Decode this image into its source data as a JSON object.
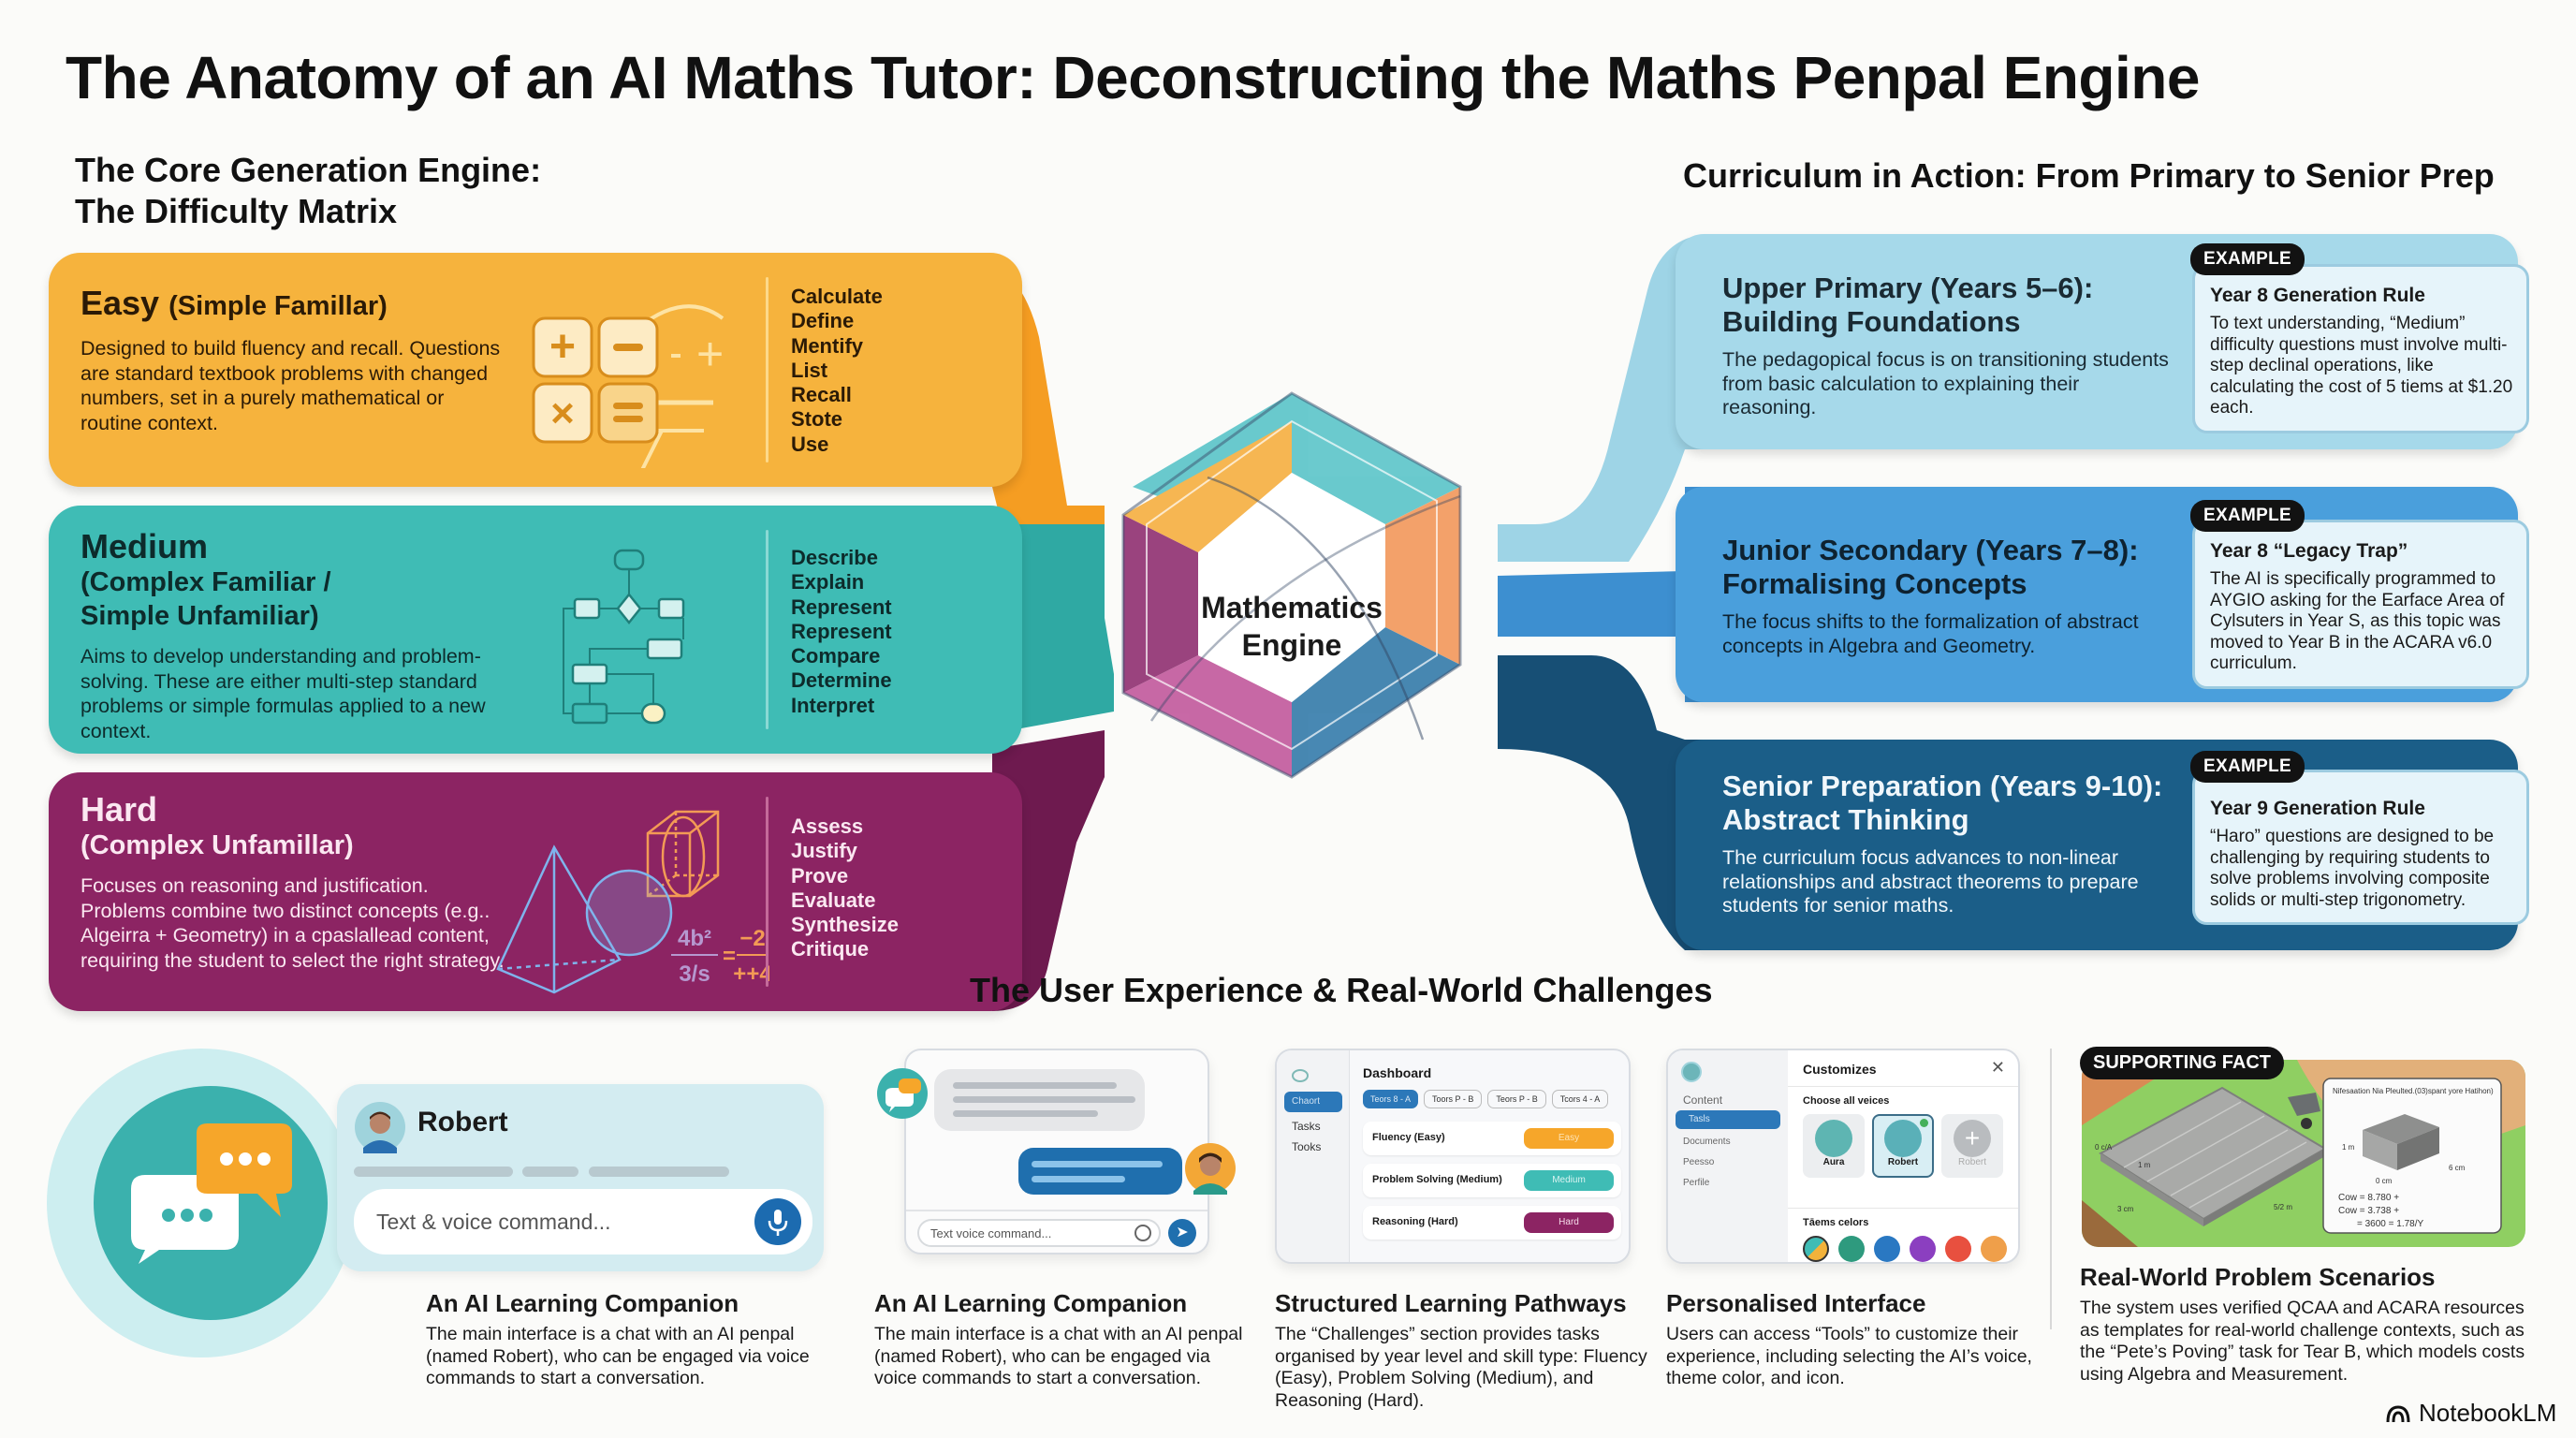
{
  "title": "The Anatomy of an AI Maths Tutor: Deconstructing the Maths Penpal Engine",
  "difficulty_section": {
    "title_line1": "The Core Generation Engine:",
    "title_line2": "The Difficulty Matrix",
    "levels": [
      {
        "name": "Easy",
        "subtitle": "(Simple Famillar)",
        "description": "Designed to build fluency and recall. Questions are standard textbook problems with changed numbers, set in a purely mathematical or routine context.",
        "verbs": [
          "Calculate",
          "Define",
          "Mentify",
          "List",
          "Recall",
          "Stote",
          "Use"
        ],
        "icon": "arithmetic-operators-icon",
        "color": "#f6b33d"
      },
      {
        "name": "Medium",
        "subtitle": "(Complex Familiar / Simple Unfamiliar)",
        "description": "Aims to develop understanding and problem-solving. These are either multi-step standard problems or simple formulas applied to a new context.",
        "verbs": [
          "Describe",
          "Explain",
          "Represent",
          "Represent",
          "Compare",
          "Determine",
          "Interpret"
        ],
        "icon": "flowchart-icon",
        "color": "#3fbcb5"
      },
      {
        "name": "Hard",
        "subtitle": "(Complex Unfamillar)",
        "description": "Focuses on reasoning and justification. Problems combine two distinct concepts (e.g.. Algeirra + Geometry) in a cpaslallead content, requiring the student to select the right strategy.",
        "verbs": [
          "Assess",
          "Justify",
          "Prove",
          "Evaluate",
          "Synthesize",
          "Critique"
        ],
        "icon": "geometry-solids-icon",
        "formula": {
          "num_left": "4b²",
          "den_left": "3/s",
          "num_right": "−2",
          "den_right": "++4"
        },
        "color": "#8c2463"
      }
    ]
  },
  "engine": {
    "label_line1": "Mathematics",
    "label_line2": "Engine"
  },
  "curriculum_section": {
    "title": "Curriculum in Action: From Primary to Senior Prep",
    "stages": [
      {
        "title_line1": "Upper Primary (Years 5–6):",
        "title_line2": "Building Foundations",
        "description": "The pedagopical focus is on transitioning students from basic calculation to explaining their reasoning.",
        "example_badge": "EXAMPLE",
        "example_title": "Year 8 Generation Rule",
        "example_text": "To text understanding, “Medium” difficulty questions must involve multi-step declinal operations, like calculating the cost of 5 tiems at $1.20 each.",
        "color": "#a6d9ea"
      },
      {
        "title_line1": "Junior Secondary (Years 7–8):",
        "title_line2": "Formalising Concepts",
        "description": "The focus shifts to the formalization of abstract concepts in Algebra and Geometry.",
        "example_badge": "EXAMPLE",
        "example_title": "Year 8 “Legacy Trap”",
        "example_text": "The AI is specifically programmed to AYGIO asking for the Earface Area of Cylsuters in Year S, as this topic was moved to Year B in the ACARA v6.0 curriculum.",
        "color": "#4a9fdc"
      },
      {
        "title_line1": "Senior Preparation (Years 9-10):",
        "title_line2": "Abstract Thinking",
        "description": "The curriculum focus advances to non-linear relationships and abstract theorems to prepare students for senior maths.",
        "example_badge": "EXAMPLE",
        "example_title": "Year 9 Generation Rule",
        "example_text": "“Haro” questions are designed to be challenging by requiring students to solve problems involving composite solids or multi-step trigonometry.",
        "color": "#1b5e88"
      }
    ]
  },
  "ux_section": {
    "title": "The User Experience & Real-World Challenges",
    "panels": [
      {
        "heading": "An AI Learning Companion",
        "text": "The main interface is a chat with an AI penpal (named Robert), who can be engaged via voice commands to start a conversation.",
        "mock": {
          "name": "Robert",
          "input_placeholder": "Text & voice command..."
        }
      },
      {
        "heading": "An AI Learning Companion",
        "text": "The main interface is a chat with an AI penpal (named Robert), who can be engaged via voice commands to start a conversation.",
        "mock": {
          "input_placeholder": "Text voice command..."
        }
      },
      {
        "heading": "Structured Learning Pathways",
        "text": "The “Challenges” section provides tasks organised by year level and skill type: Fluency (Easy), Problem Solving (Medium), and Reasoning (Hard).",
        "mock": {
          "title": "Dashboard",
          "sidebar": [
            "Chaort",
            "Tasks",
            "Tooks"
          ],
          "tabs": [
            "Teors 8 - A",
            "Toors P - B",
            "Teors P - B",
            "Tcors 4 - A"
          ],
          "rows": [
            {
              "label": "Fluency (Easy)",
              "badge": "Easy",
              "color": "#f6a62a"
            },
            {
              "label": "Problem Solving (Medium)",
              "badge": "Medium",
              "color": "#3fbcb5"
            },
            {
              "label": "Reasoning (Hard)",
              "badge": "Hard",
              "color": "#8c2463"
            }
          ]
        }
      },
      {
        "heading": "Personalised Interface",
        "text": "Users can access “Tools” to customize their experience, including selecting the AI’s voice, theme color, and icon.",
        "mock": {
          "title": "Customizes",
          "sidebar": [
            "Content",
            "Tasls",
            "Documents",
            "Peesso",
            "Perfile"
          ],
          "voices_label": "Choose all veices",
          "voices": [
            "Aura",
            "Robert",
            "Robert"
          ],
          "colors_label": "Tāems celors",
          "theme_colors": [
            "#3fbcb5",
            "#2e9a7e",
            "#2a78c2",
            "#8b3fc0",
            "#e8503f",
            "#ef9f4a"
          ]
        }
      },
      {
        "heading": "Real-World Problem Scenarios",
        "text": "The system uses verified QCAA and ACARA resources as templates for real-world challenge contexts, such as the “Pete’s Poving” task for Tear B, which models costs using Algebra and Measurement.",
        "badge": "SUPPORTING FACT",
        "illustration": {
          "dims": [
            "0 c/A",
            "1 m",
            "3 cm",
            "5/2 m"
          ],
          "inset_title": "Nifesaation Nia Pleulted.(03)spant yore Hatihon)",
          "inset_dims": [
            "1 m",
            "0 cm",
            "6 cm"
          ],
          "inset_formula": [
            "Cow = 8.780 +",
            "Cow = 3.738 +",
            "= 3600 = 1.78/Y"
          ]
        }
      }
    ]
  },
  "footer": {
    "brand": "NotebookLM"
  }
}
